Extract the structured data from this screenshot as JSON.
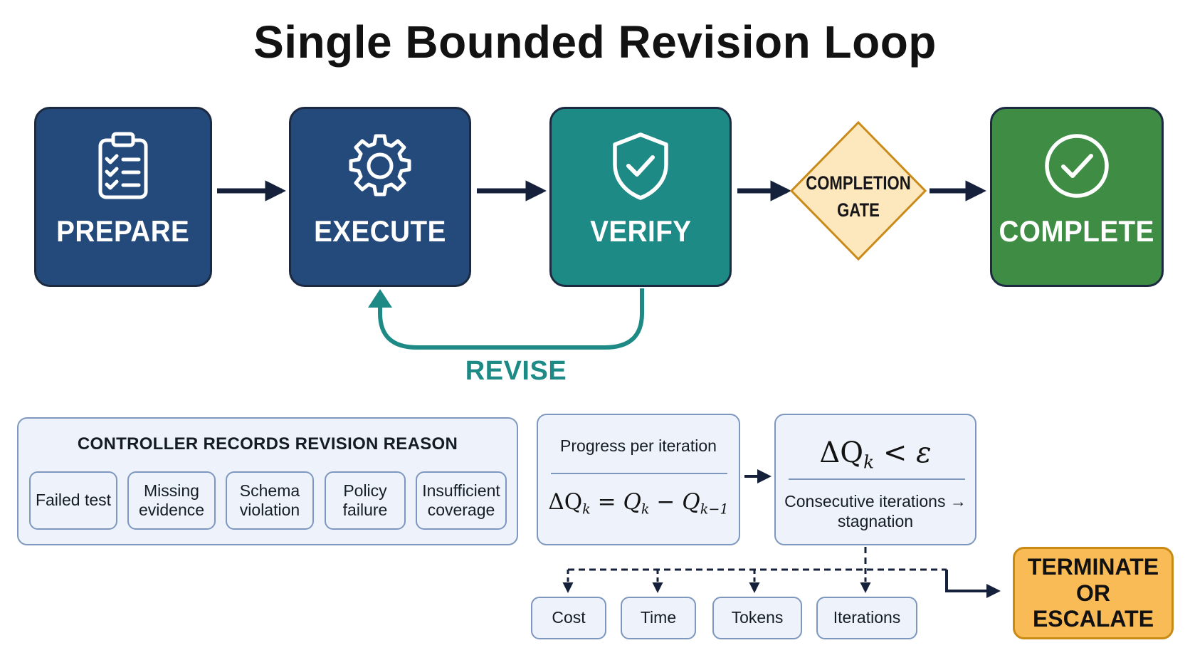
{
  "title": "Single Bounded Revision Loop",
  "colors": {
    "navy": "#244a7c",
    "teal": "#1d8a86",
    "green": "#3f8c45",
    "gate_fill": "#fde8bd",
    "gate_border": "#c98a1a",
    "terminate_fill": "#f9bb56",
    "panel_fill": "#eef3fb",
    "panel_border": "#7e97bf",
    "arrow": "#15213a"
  },
  "stages": {
    "prepare": {
      "label": "PREPARE",
      "icon": "clipboard-checklist-icon"
    },
    "execute": {
      "label": "EXECUTE",
      "icon": "gear-icon"
    },
    "verify": {
      "label": "VERIFY",
      "icon": "shield-check-icon"
    },
    "complete": {
      "label": "COMPLETE",
      "icon": "check-circle-icon"
    }
  },
  "gate": {
    "line1": "COMPLETION",
    "line2": "GATE"
  },
  "revise_label": "REVISE",
  "reasons": {
    "title": "CONTROLLER RECORDS REVISION REASON",
    "items": [
      "Failed test",
      "Missing\nevidence",
      "Schema\nviolation",
      "Policy\nfailure",
      "Insufficient\ncoverage"
    ]
  },
  "progress": {
    "title": "Progress per iteration",
    "formula_lhs": "ΔQ",
    "formula_sub_k": "k",
    "formula_q": "Q",
    "formula_sub_km1": "k−1",
    "formula_eq": "=",
    "formula_minus": "−"
  },
  "stagnation": {
    "formula_lhs": "ΔQ",
    "formula_sub": "k",
    "formula_lt": "<",
    "formula_eps": "ε",
    "text": "Consecutive iterations →\nstagnation"
  },
  "budgets": [
    "Cost",
    "Time",
    "Tokens",
    "Iterations"
  ],
  "terminate": "TERMINATE\nOR ESCALATE"
}
